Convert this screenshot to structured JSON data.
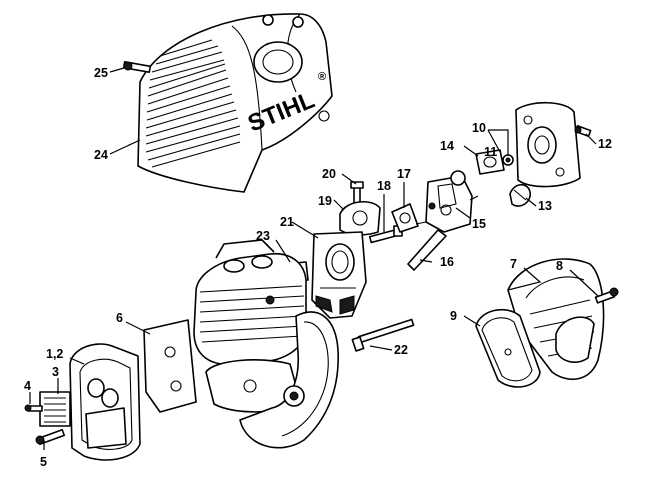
{
  "brand": "STIHL",
  "brand_mark": "®",
  "callouts": [
    {
      "id": "c25",
      "text": "25"
    },
    {
      "id": "c24",
      "text": "24"
    },
    {
      "id": "c20",
      "text": "20"
    },
    {
      "id": "c19",
      "text": "19"
    },
    {
      "id": "c18",
      "text": "18"
    },
    {
      "id": "c17",
      "text": "17"
    },
    {
      "id": "c10",
      "text": "10"
    },
    {
      "id": "c14",
      "text": "14"
    },
    {
      "id": "c11",
      "text": "11"
    },
    {
      "id": "c12",
      "text": "12"
    },
    {
      "id": "c13",
      "text": "13"
    },
    {
      "id": "c15",
      "text": "15"
    },
    {
      "id": "c21",
      "text": "21"
    },
    {
      "id": "c23",
      "text": "23"
    },
    {
      "id": "c16",
      "text": "16"
    },
    {
      "id": "c7",
      "text": "7"
    },
    {
      "id": "c8",
      "text": "8"
    },
    {
      "id": "c6",
      "text": "6"
    },
    {
      "id": "c9",
      "text": "9"
    },
    {
      "id": "c22",
      "text": "22"
    },
    {
      "id": "c12b",
      "text": "1,2"
    },
    {
      "id": "c4",
      "text": "4"
    },
    {
      "id": "c3",
      "text": "3"
    },
    {
      "id": "c5",
      "text": "5"
    }
  ]
}
